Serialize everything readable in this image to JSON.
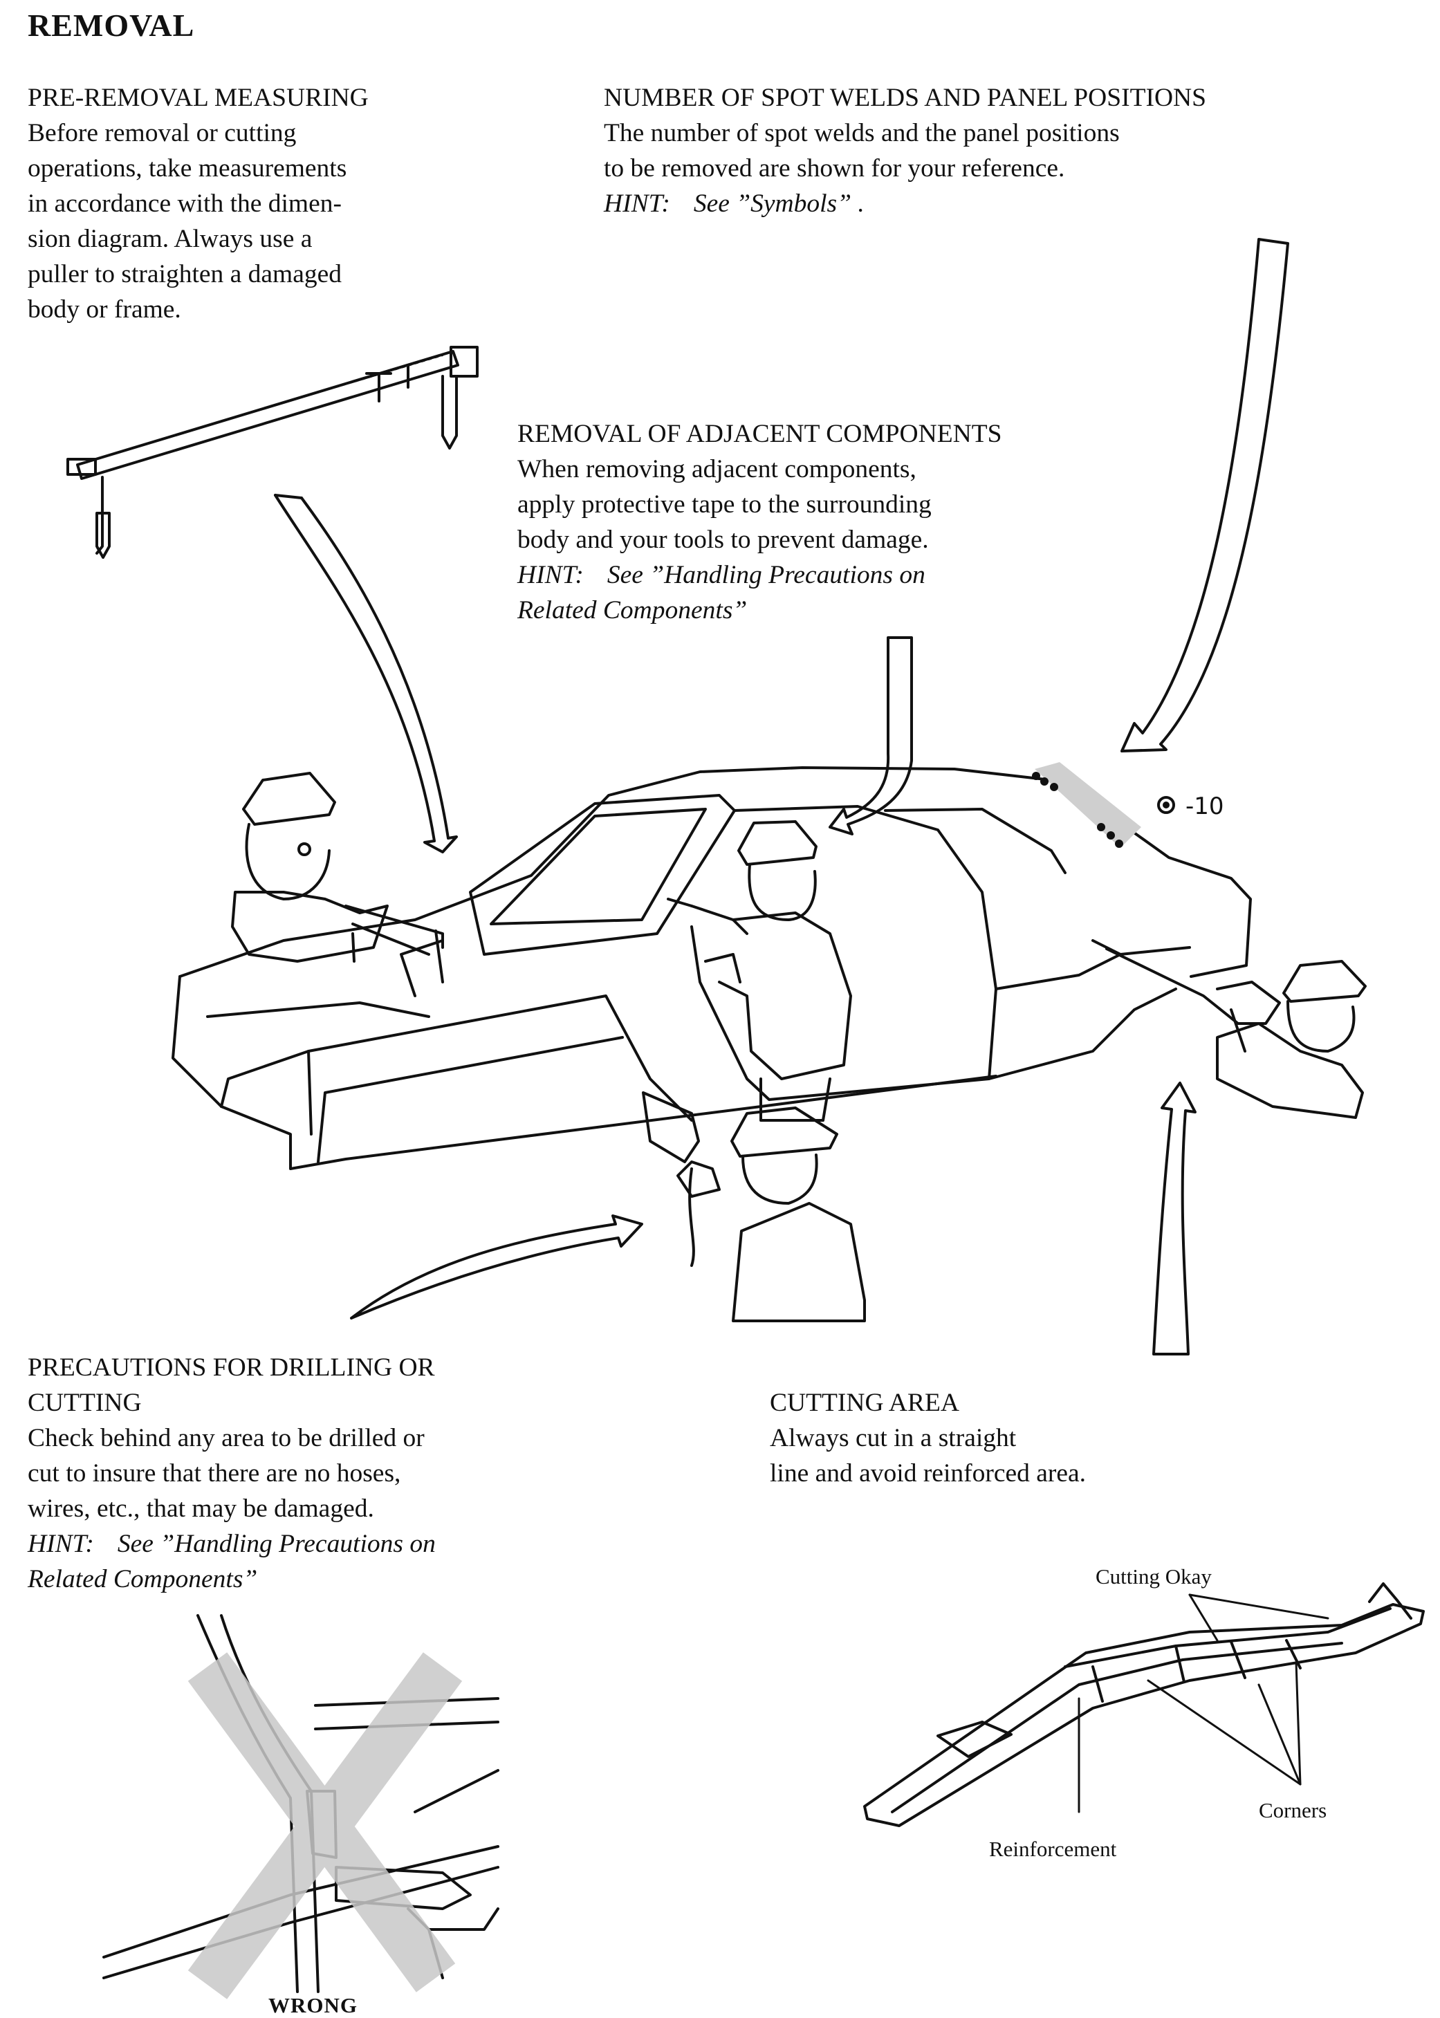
{
  "page_title": "REMOVAL",
  "pre_removal": {
    "heading": "PRE-REMOVAL MEASURING",
    "lines": [
      "Before removal or cutting",
      "operations, take measurements",
      "in accordance with the dimen-",
      "sion diagram. Always use a",
      "puller to straighten a damaged",
      "body or frame."
    ]
  },
  "spot_welds": {
    "heading": "NUMBER OF SPOT WELDS AND PANEL POSITIONS",
    "lines": [
      "The number of spot welds and the panel positions",
      "to be removed are shown for your reference."
    ],
    "hint_label": "HINT:",
    "hint_text": "See ”Symbols” ."
  },
  "adjacent": {
    "heading": "REMOVAL OF ADJACENT COMPONENTS",
    "lines": [
      "When removing adjacent components,",
      "apply protective tape to the surrounding",
      "body and your tools to prevent damage."
    ],
    "hint_label": "HINT:",
    "hint_lines": [
      "See ”Handling Precautions on",
      "Related Components”"
    ]
  },
  "drilling": {
    "heading_lines": [
      "PRECAUTIONS FOR DRILLING OR",
      "CUTTING"
    ],
    "lines": [
      "Check behind any area to be drilled or",
      "cut to insure that there are no hoses,",
      "wires, etc., that may be damaged."
    ],
    "hint_label": "HINT:",
    "hint_lines": [
      "See ”Handling Precautions on",
      "Related Components”"
    ]
  },
  "cutting": {
    "heading": "CUTTING AREA",
    "lines": [
      "Always cut in a straight",
      "line and avoid reinforced area."
    ]
  },
  "figure": {
    "weld_symbol": "-10",
    "cut_labels": {
      "okay": "Cutting Okay",
      "corners": "Corners",
      "reinforcement": "Reinforcement"
    },
    "wrong_label": "WRONG"
  }
}
